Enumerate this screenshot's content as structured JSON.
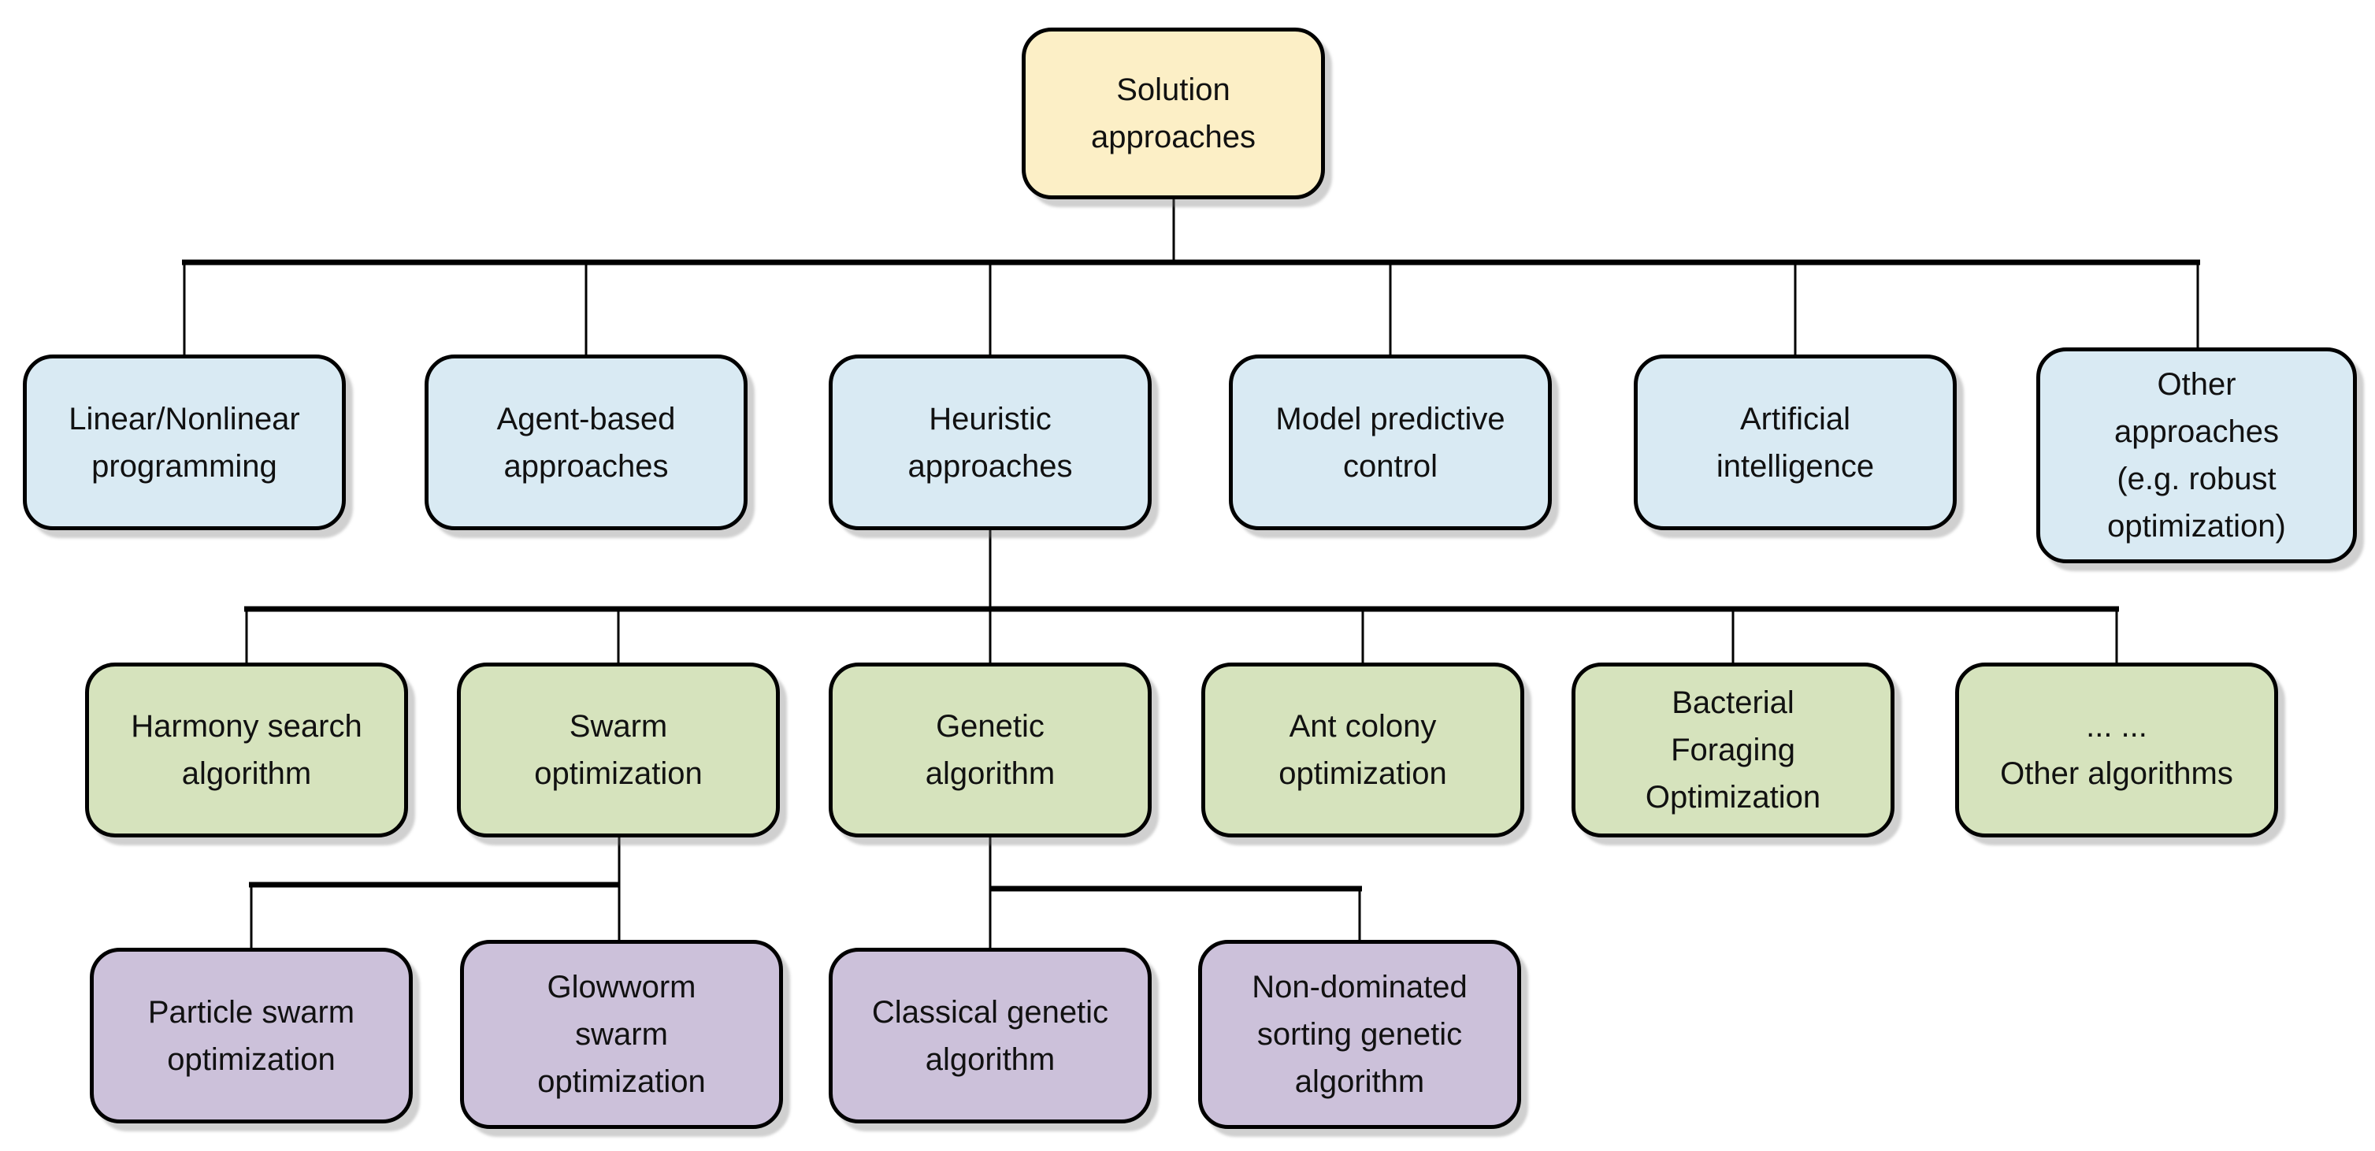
{
  "diagram": {
    "type": "tree",
    "colors": {
      "root_fill": "#FCEFC6",
      "level1_fill": "#D9EAF3",
      "level2_fill": "#D6E3BD",
      "level3_fill": "#CCC1DA",
      "border": "#000000",
      "line": "#000000",
      "background": "#FFFFFF"
    },
    "root": {
      "label": "Solution\napproaches"
    },
    "level1": [
      {
        "label": "Linear/Nonlinear\nprogramming"
      },
      {
        "label": "Agent-based\napproaches"
      },
      {
        "label": "Heuristic\napproaches"
      },
      {
        "label": "Model predictive\ncontrol"
      },
      {
        "label": "Artificial\nintelligence"
      },
      {
        "label": "Other\napproaches\n(e.g. robust\noptimization)"
      }
    ],
    "level2": [
      {
        "label": "Harmony search\nalgorithm"
      },
      {
        "label": "Swarm\noptimization"
      },
      {
        "label": "Genetic\nalgorithm"
      },
      {
        "label": "Ant colony\noptimization"
      },
      {
        "label": "Bacterial\nForaging\nOptimization"
      },
      {
        "label": "... ...\nOther algorithms"
      }
    ],
    "level3": [
      {
        "label": "Particle swarm\noptimization"
      },
      {
        "label": "Glowworm\nswarm\noptimization"
      },
      {
        "label": "Classical genetic\nalgorithm"
      },
      {
        "label": "Non-dominated\nsorting genetic\nalgorithm"
      }
    ]
  }
}
